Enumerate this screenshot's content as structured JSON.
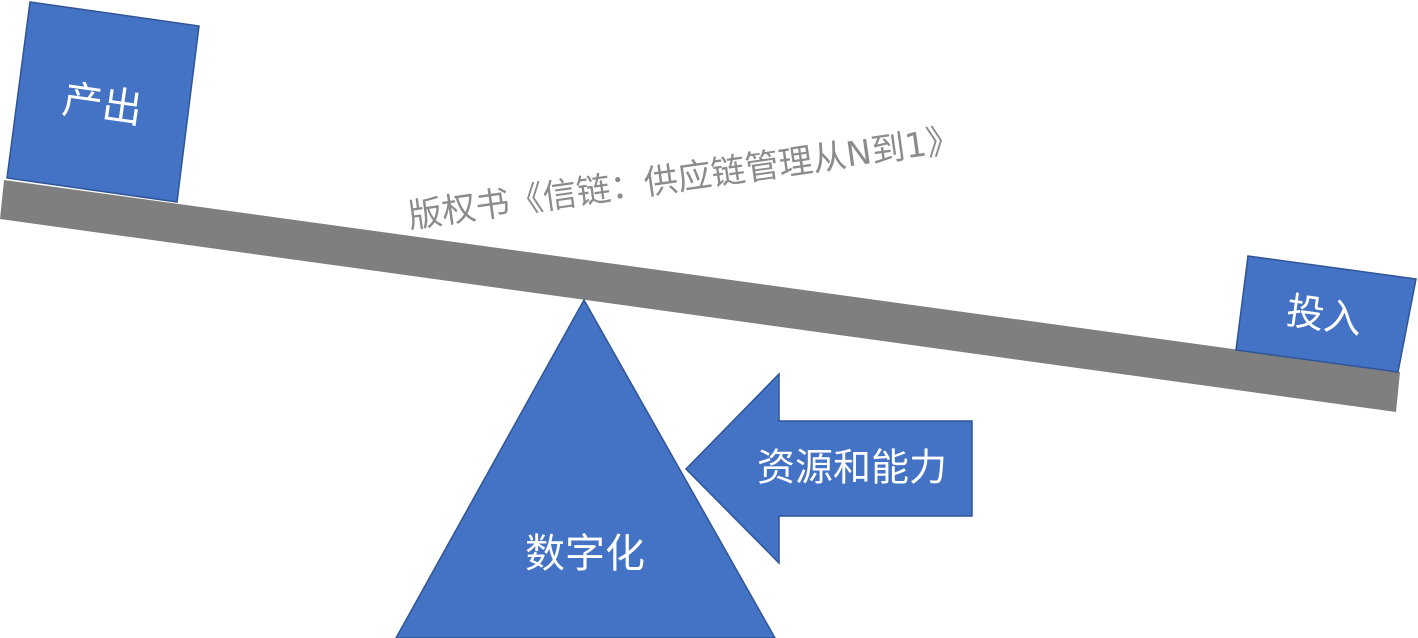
{
  "diagram": {
    "title": "",
    "watermark": "版权书《信链：供应链管理从N到1》",
    "nodes": {
      "output": {
        "label": "产出"
      },
      "input": {
        "label": "投入"
      },
      "fulcrum": {
        "label": "数字化"
      },
      "force_arrow": {
        "label": "资源和能力"
      }
    },
    "colors": {
      "shape_fill": "#4472c4",
      "shape_stroke": "#2f5597",
      "beam": "#7f7f7f",
      "text": "#ffffff",
      "watermark": "#8c8c8c"
    }
  }
}
